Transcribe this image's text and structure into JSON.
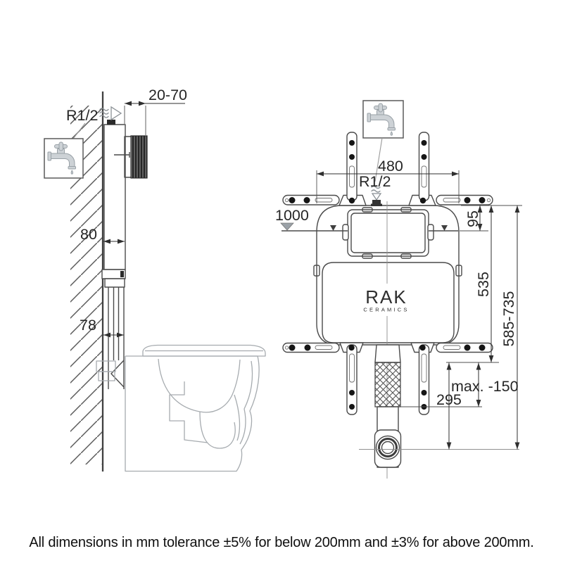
{
  "side_view": {
    "dim_plate_depth": "20-70",
    "inlet_label": "R1/2",
    "dim_body_depth": "80",
    "dim_pipe_depth": "78"
  },
  "front_view": {
    "dim_width": "480",
    "inlet_label": "R1/2",
    "level_height": "1000",
    "dim_top_to_water": "95",
    "dim_frame_height": "535",
    "dim_overall_height": "585-735",
    "dim_leg_adjust": "max. -150",
    "dim_outlet_height": "295",
    "brand": "RAK",
    "brand_sub": "CERAMICS"
  },
  "footer": {
    "note": "All dimensions in mm tolerance ±5% for below 200mm and ±3% for above 200mm."
  },
  "colors": {
    "line": "#4a4a4a",
    "light_line": "#a6abaf",
    "tap_fill": "#cdd2d6",
    "marker_gray": "#9aa1a7"
  }
}
